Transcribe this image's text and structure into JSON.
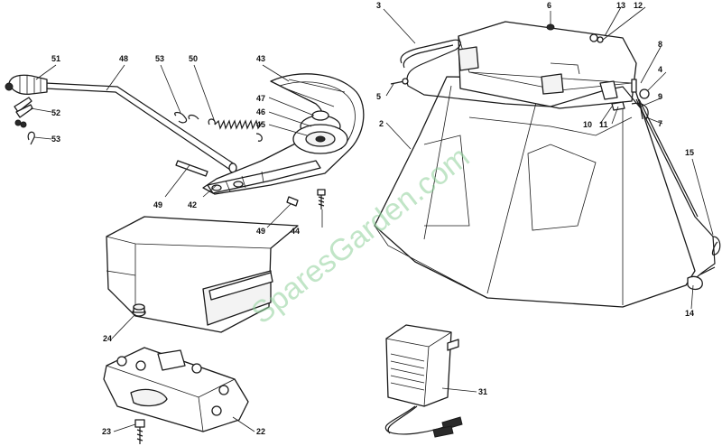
{
  "watermark": "SparesGarden.com",
  "colors": {
    "watermark": "#8fd19a",
    "ink": "#1a1a1a"
  },
  "labels": {
    "p3": "3",
    "p6": "6",
    "p13": "13",
    "p12": "12",
    "p8": "8",
    "p4": "4",
    "p5": "5",
    "p9": "9",
    "p10": "10",
    "p11": "11",
    "p7": "7",
    "p2": "2",
    "p15": "15",
    "p14": "14",
    "p51": "51",
    "p48": "48",
    "p53a": "53",
    "p50": "50",
    "p43": "43",
    "p47": "47",
    "p46": "46",
    "p45": "45",
    "p52": "52",
    "p53b": "53",
    "p49a": "49",
    "p42": "42",
    "p49b": "49",
    "p44": "44",
    "p24": "24",
    "p31": "31",
    "p23": "23",
    "p22": "22"
  }
}
